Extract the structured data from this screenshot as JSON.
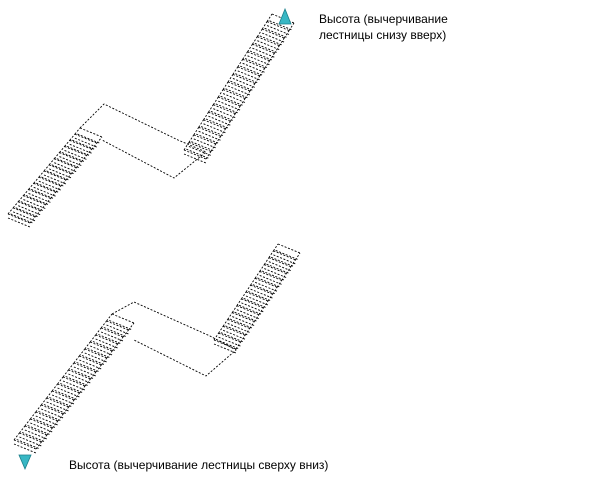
{
  "annotations": {
    "top": {
      "line1": "Высота (вычерчивание",
      "line2": "лестницы снизу вверх)"
    },
    "bottom": {
      "text": "Высота (вычерчивание лестницы сверху вниз)"
    }
  },
  "colors": {
    "line": "#000000",
    "grip": "#38b7c4",
    "background": "#ffffff"
  },
  "icons": {
    "grip_up": "triangle-up-grip-icon",
    "grip_down": "triangle-down-grip-icon"
  }
}
